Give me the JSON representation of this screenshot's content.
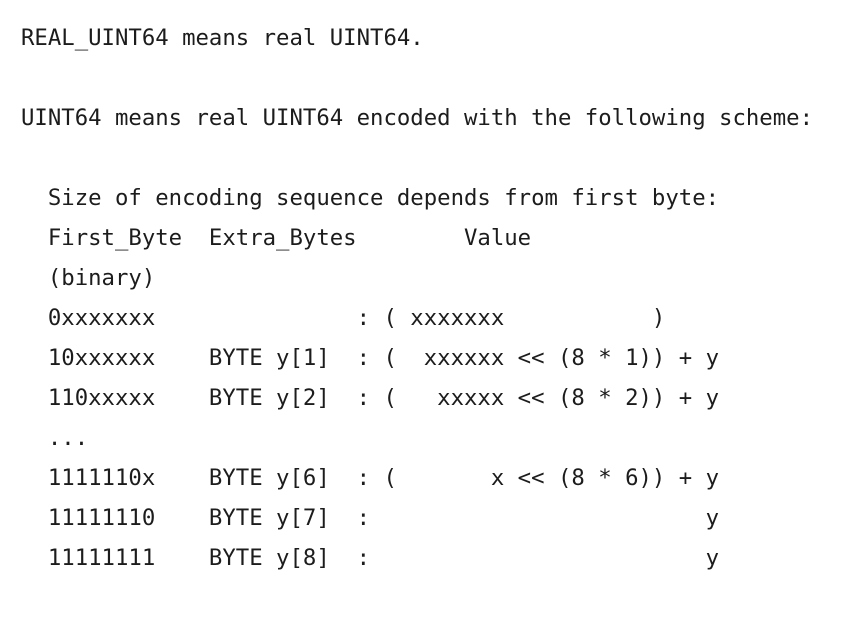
{
  "page": {
    "background_color": "#ffffff",
    "text_color": "#1c1c1c"
  },
  "doc": {
    "intro_line_1": "REAL_UINT64 means real UINT64.",
    "intro_line_2": "UINT64 means real UINT64 encoded with the following scheme:",
    "encoding_table": {
      "caption": "  Size of encoding sequence depends from first byte:",
      "header_row": "  First_Byte  Extra_Bytes        Value",
      "header_note": "  (binary)",
      "rows": [
        "  0xxxxxxx               : ( xxxxxxx           )",
        "  10xxxxxx    BYTE y[1]  : (  xxxxxx << (8 * 1)) + y",
        "  110xxxxx    BYTE y[2]  : (   xxxxx << (8 * 2)) + y",
        "  ...",
        "  1111110x    BYTE y[6]  : (       x << (8 * 6)) + y",
        "  11111110    BYTE y[7]  :                         y",
        "  11111111    BYTE y[8]  :                         y"
      ]
    }
  }
}
